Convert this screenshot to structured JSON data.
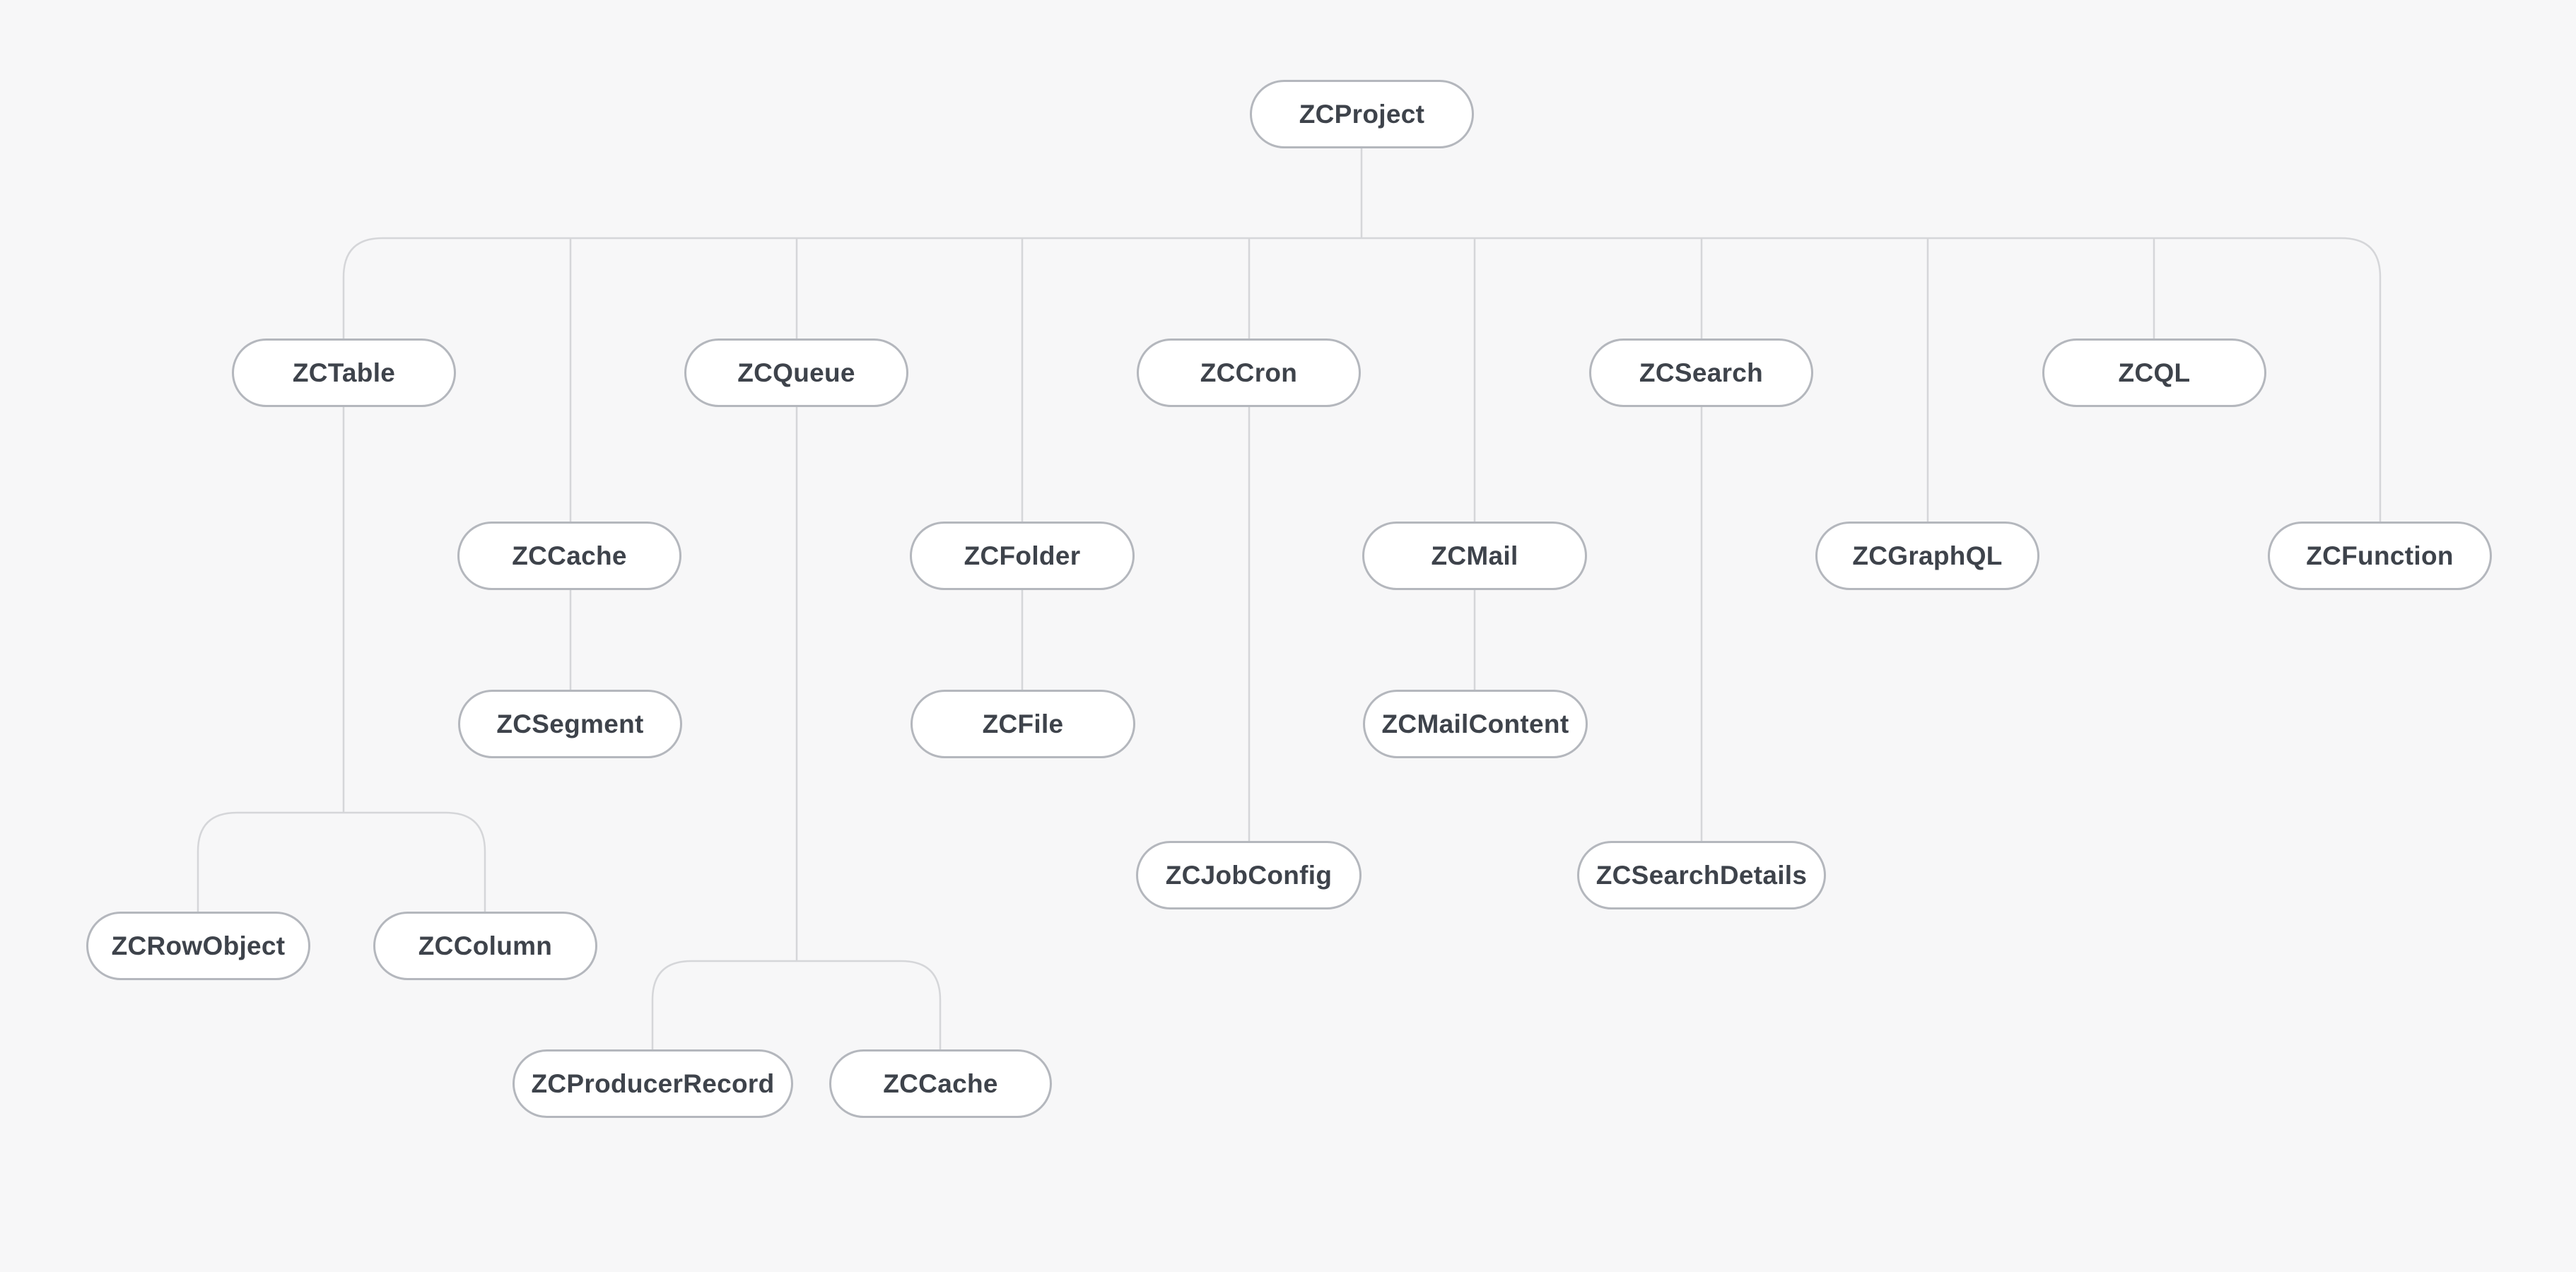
{
  "diagram": {
    "root_label": "ZCProject",
    "nodes": [
      {
        "id": "zcproject",
        "label": "ZCProject",
        "parent": null
      },
      {
        "id": "zctable",
        "label": "ZCTable",
        "parent": "zcproject"
      },
      {
        "id": "zcqueue",
        "label": "ZCQueue",
        "parent": "zcproject"
      },
      {
        "id": "zccron",
        "label": "ZCCron",
        "parent": "zcproject"
      },
      {
        "id": "zcsearch",
        "label": "ZCSearch",
        "parent": "zcproject"
      },
      {
        "id": "zcql",
        "label": "ZCQL",
        "parent": "zcproject"
      },
      {
        "id": "zccache",
        "label": "ZCCache",
        "parent": "zcproject"
      },
      {
        "id": "zcfolder",
        "label": "ZCFolder",
        "parent": "zcproject"
      },
      {
        "id": "zcmail",
        "label": "ZCMail",
        "parent": "zcproject"
      },
      {
        "id": "zcgraphql",
        "label": "ZCGraphQL",
        "parent": "zcproject"
      },
      {
        "id": "zcfunction",
        "label": "ZCFunction",
        "parent": "zcproject"
      },
      {
        "id": "zcsegment",
        "label": "ZCSegment",
        "parent": "zccache"
      },
      {
        "id": "zcfile",
        "label": "ZCFile",
        "parent": "zcfolder"
      },
      {
        "id": "zcmailcontent",
        "label": "ZCMailContent",
        "parent": "zcmail"
      },
      {
        "id": "zcjobconfig",
        "label": "ZCJobConfig",
        "parent": "zccron"
      },
      {
        "id": "zcsearchdetails",
        "label": "ZCSearchDetails",
        "parent": "zcsearch"
      },
      {
        "id": "zcrowobject",
        "label": "ZCRowObject",
        "parent": "zctable"
      },
      {
        "id": "zccolumn",
        "label": "ZCColumn",
        "parent": "zctable"
      },
      {
        "id": "zcproducerrecord",
        "label": "ZCProducerRecord",
        "parent": "zcqueue"
      },
      {
        "id": "zccache-queue",
        "label": "ZCCache",
        "parent": "zcqueue"
      }
    ]
  },
  "colors": {
    "background": "#f7f7f8",
    "node_fill": "#ffffff",
    "node_border": "#b4b7bd",
    "connector": "#d5d6d9",
    "text": "#3e434b"
  }
}
